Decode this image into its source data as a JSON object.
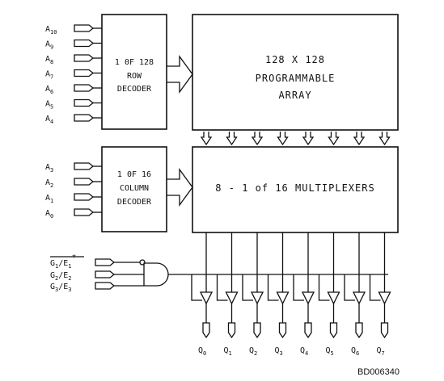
{
  "row_decoder": {
    "line1": "1 0F 128",
    "line2": "ROW",
    "line3": "DECODER",
    "inputs": [
      {
        "base": "A",
        "sub": "10"
      },
      {
        "base": "A",
        "sub": "9"
      },
      {
        "base": "A",
        "sub": "8"
      },
      {
        "base": "A",
        "sub": "7"
      },
      {
        "base": "A",
        "sub": "6"
      },
      {
        "base": "A",
        "sub": "5"
      },
      {
        "base": "A",
        "sub": "4"
      }
    ]
  },
  "array": {
    "line1": "128 X 128",
    "line2": "PROGRAMMABLE",
    "line3": "ARRAY"
  },
  "column_decoder": {
    "line1": "1 0F 16",
    "line2": "COLUMN",
    "line3": "DECODER",
    "inputs": [
      {
        "base": "A",
        "sub": "3"
      },
      {
        "base": "A",
        "sub": "2"
      },
      {
        "base": "A",
        "sub": "1"
      },
      {
        "base": "A",
        "sub": "0"
      }
    ]
  },
  "multiplexers": {
    "label": "8 - 1 of 16 MULTIPLEXERS"
  },
  "enables": [
    {
      "g": "1",
      "e": "1",
      "bar": true,
      "star": "*"
    },
    {
      "g": "2",
      "e": "2",
      "bar": false,
      "star": ""
    },
    {
      "g": "3",
      "e": "3",
      "bar": false,
      "star": ""
    }
  ],
  "outputs": [
    {
      "base": "Q",
      "sub": "0"
    },
    {
      "base": "Q",
      "sub": "1"
    },
    {
      "base": "Q",
      "sub": "2"
    },
    {
      "base": "Q",
      "sub": "3"
    },
    {
      "base": "Q",
      "sub": "4"
    },
    {
      "base": "Q",
      "sub": "5"
    },
    {
      "base": "Q",
      "sub": "6"
    },
    {
      "base": "Q",
      "sub": "7"
    }
  ],
  "doc_id": "BD006340"
}
